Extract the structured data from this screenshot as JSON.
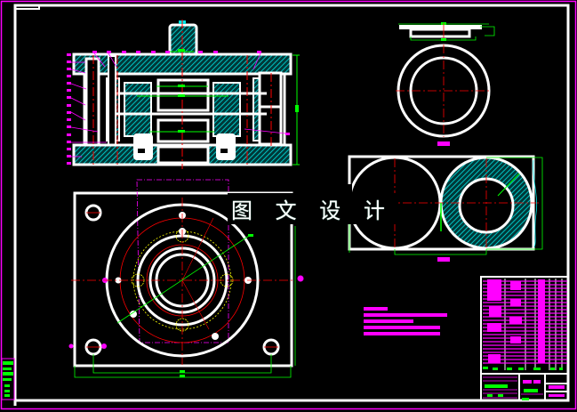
{
  "drawing": {
    "type": "CAD mechanical drawing (die / mold assembly)",
    "background_color": "#000000",
    "colors": {
      "outline": "#ffffff",
      "border": "#ff00ff",
      "centerline": "#ff0000",
      "dimension": "#00ff00",
      "hatch": "#00ffff",
      "hidden_line": "#ffff00",
      "annotation": "#ff00ff"
    },
    "watermark": "图 文 设 计",
    "views": [
      {
        "name": "assembly-section-view",
        "description": "Sectioned front view of die assembly with numbered balloon callouts"
      },
      {
        "name": "top-plan-view",
        "description": "Square base plate with bolt holes and concentric rings"
      },
      {
        "name": "ring-part-section",
        "description": "Thin flange part section"
      },
      {
        "name": "ring-part-plan",
        "description": "Annular ring plan view"
      },
      {
        "name": "double-circle-part-view",
        "description": "Part with two circular features, one hatched"
      }
    ],
    "technical_notes": {
      "line_count": 5
    },
    "title_block": {
      "parts_list_rows": 30,
      "has_drawing_number": true
    }
  }
}
